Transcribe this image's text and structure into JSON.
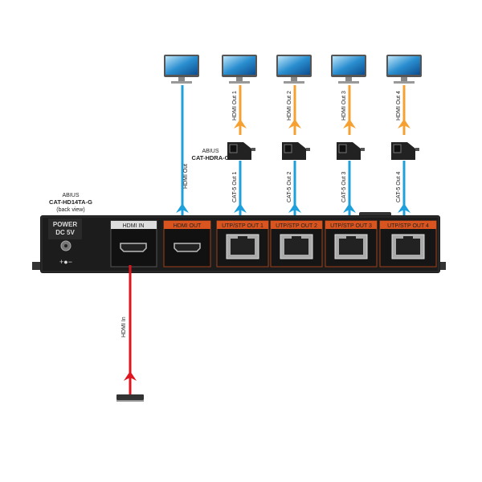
{
  "transmitter": {
    "brand": "ABIUS",
    "model": "CAT-HD14TA-G",
    "note": "(back view)"
  },
  "receiver": {
    "brand": "ABIUS",
    "model": "CAT-HDRA-G"
  },
  "panel": {
    "power_line1": "POWER",
    "power_line2": "DC 5V",
    "power_symbols": "+●−",
    "hdmi_in": "HDMI IN",
    "hdmi_out": "HDMI OUT",
    "utp_outs": [
      "UTP/STP OUT 1",
      "UTP/STP OUT 2",
      "UTP/STP OUT 3",
      "UTP/STP OUT 4"
    ]
  },
  "cables": {
    "hdmi_in": "HDMI In",
    "hdmi_out": "HDMI Out",
    "cat5": [
      "CAT-5 Out 1",
      "CAT-5 Out 2",
      "CAT-5 Out 3",
      "CAT-5 Out 4"
    ],
    "hdmi_outs": [
      "HDMI Out 1",
      "HDMI Out 2",
      "HDMI Out 3",
      "HDMI Out 4"
    ]
  },
  "colors": {
    "blue": "#1ea0dc",
    "orange": "#f5a030",
    "red": "#e0141e",
    "accent": "#d9541e",
    "device": "#1c1c1c"
  }
}
